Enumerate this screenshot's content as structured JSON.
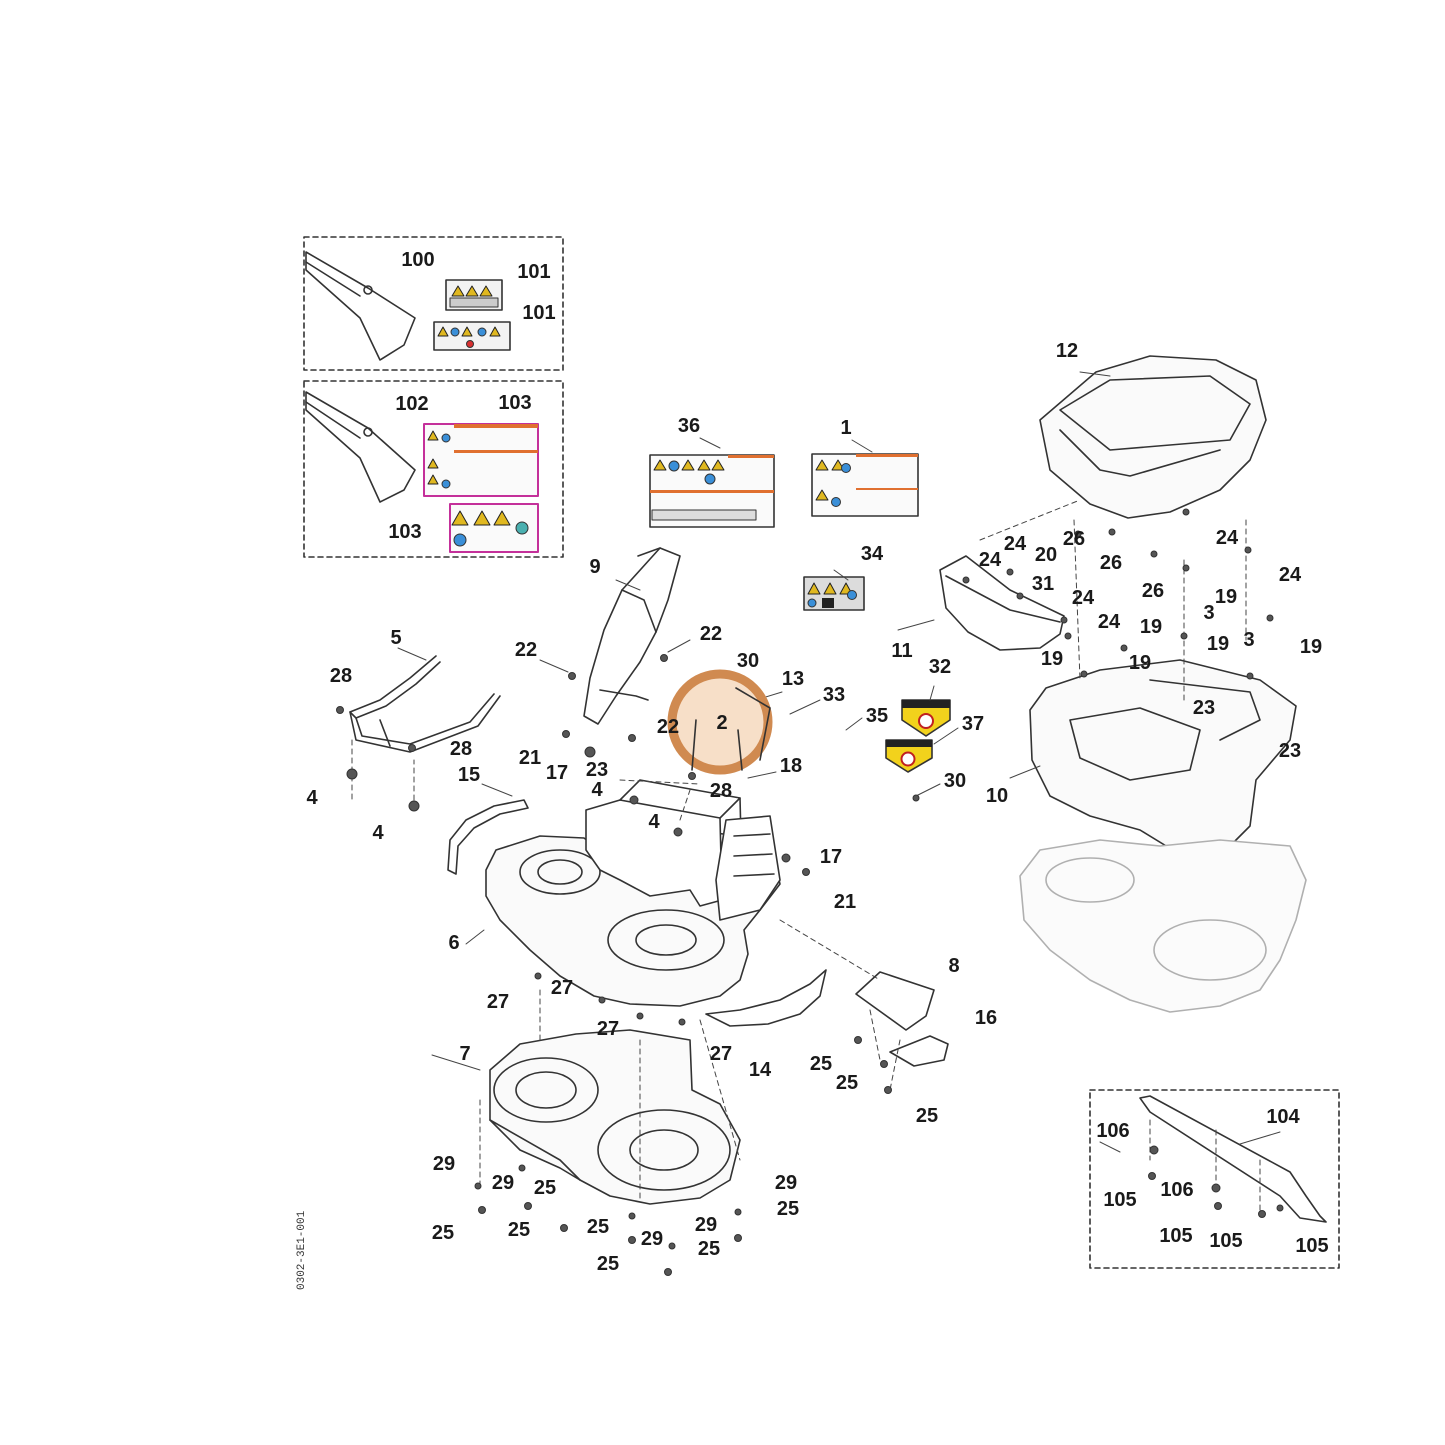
{
  "diagram": {
    "drawing_code": "0302-3E1-001",
    "callouts": [
      {
        "id": "c100",
        "label": "100"
      },
      {
        "id": "c101a",
        "label": "101"
      },
      {
        "id": "c101b",
        "label": "101"
      },
      {
        "id": "c102",
        "label": "102"
      },
      {
        "id": "c103a",
        "label": "103"
      },
      {
        "id": "c103b",
        "label": "103"
      },
      {
        "id": "c36",
        "label": "36"
      },
      {
        "id": "c1",
        "label": "1"
      },
      {
        "id": "c12",
        "label": "12"
      },
      {
        "id": "c34",
        "label": "34"
      },
      {
        "id": "c9",
        "label": "9"
      },
      {
        "id": "c5",
        "label": "5"
      },
      {
        "id": "c28a",
        "label": "28"
      },
      {
        "id": "c22a",
        "label": "22"
      },
      {
        "id": "c22b",
        "label": "22"
      },
      {
        "id": "c30a",
        "label": "30"
      },
      {
        "id": "c13",
        "label": "13"
      },
      {
        "id": "c2",
        "label": "2"
      },
      {
        "id": "c22c",
        "label": "22"
      },
      {
        "id": "c33",
        "label": "33"
      },
      {
        "id": "c35",
        "label": "35"
      },
      {
        "id": "c32",
        "label": "32"
      },
      {
        "id": "c37",
        "label": "37"
      },
      {
        "id": "c30b",
        "label": "30"
      },
      {
        "id": "c18",
        "label": "18"
      },
      {
        "id": "c28b",
        "label": "28"
      },
      {
        "id": "c28c",
        "label": "28"
      },
      {
        "id": "c4a",
        "label": "4"
      },
      {
        "id": "c4b",
        "label": "4"
      },
      {
        "id": "c4c",
        "label": "4"
      },
      {
        "id": "c4d",
        "label": "4"
      },
      {
        "id": "c15",
        "label": "15"
      },
      {
        "id": "c21a",
        "label": "21"
      },
      {
        "id": "c17a",
        "label": "17"
      },
      {
        "id": "c23a",
        "label": "23"
      },
      {
        "id": "c17b",
        "label": "17"
      },
      {
        "id": "c21b",
        "label": "21"
      },
      {
        "id": "c6",
        "label": "6"
      },
      {
        "id": "c27a",
        "label": "27"
      },
      {
        "id": "c27b",
        "label": "27"
      },
      {
        "id": "c27c",
        "label": "27"
      },
      {
        "id": "c27d",
        "label": "27"
      },
      {
        "id": "c14",
        "label": "14"
      },
      {
        "id": "c8",
        "label": "8"
      },
      {
        "id": "c16",
        "label": "16"
      },
      {
        "id": "c25a",
        "label": "25"
      },
      {
        "id": "c25b",
        "label": "25"
      },
      {
        "id": "c25c",
        "label": "25"
      },
      {
        "id": "c7",
        "label": "7"
      },
      {
        "id": "c29a",
        "label": "29"
      },
      {
        "id": "c29b",
        "label": "29"
      },
      {
        "id": "c25d",
        "label": "25"
      },
      {
        "id": "c25e",
        "label": "25"
      },
      {
        "id": "c25f",
        "label": "25"
      },
      {
        "id": "c25g",
        "label": "25"
      },
      {
        "id": "c29c",
        "label": "29"
      },
      {
        "id": "c29d",
        "label": "29"
      },
      {
        "id": "c25h",
        "label": "25"
      },
      {
        "id": "c25i",
        "label": "25"
      },
      {
        "id": "c29e",
        "label": "29"
      },
      {
        "id": "c25j",
        "label": "25"
      },
      {
        "id": "c11",
        "label": "11"
      },
      {
        "id": "c24a",
        "label": "24"
      },
      {
        "id": "c24b",
        "label": "24"
      },
      {
        "id": "c20",
        "label": "20"
      },
      {
        "id": "c26a",
        "label": "26"
      },
      {
        "id": "c26b",
        "label": "26"
      },
      {
        "id": "c26c",
        "label": "26"
      },
      {
        "id": "c24c",
        "label": "24"
      },
      {
        "id": "c24d",
        "label": "24"
      },
      {
        "id": "c31",
        "label": "31"
      },
      {
        "id": "c24e",
        "label": "24"
      },
      {
        "id": "c24f",
        "label": "24"
      },
      {
        "id": "c19a",
        "label": "19"
      },
      {
        "id": "c3a",
        "label": "3"
      },
      {
        "id": "c19b",
        "label": "19"
      },
      {
        "id": "c19c",
        "label": "19"
      },
      {
        "id": "c19d",
        "label": "19"
      },
      {
        "id": "c19e",
        "label": "19"
      },
      {
        "id": "c3b",
        "label": "3"
      },
      {
        "id": "c19f",
        "label": "19"
      },
      {
        "id": "c23b",
        "label": "23"
      },
      {
        "id": "c23c",
        "label": "23"
      },
      {
        "id": "c10",
        "label": "10"
      },
      {
        "id": "c104",
        "label": "104"
      },
      {
        "id": "c106a",
        "label": "106"
      },
      {
        "id": "c106b",
        "label": "106"
      },
      {
        "id": "c105a",
        "label": "105"
      },
      {
        "id": "c105b",
        "label": "105"
      },
      {
        "id": "c105c",
        "label": "105"
      },
      {
        "id": "c105d",
        "label": "105"
      }
    ]
  }
}
